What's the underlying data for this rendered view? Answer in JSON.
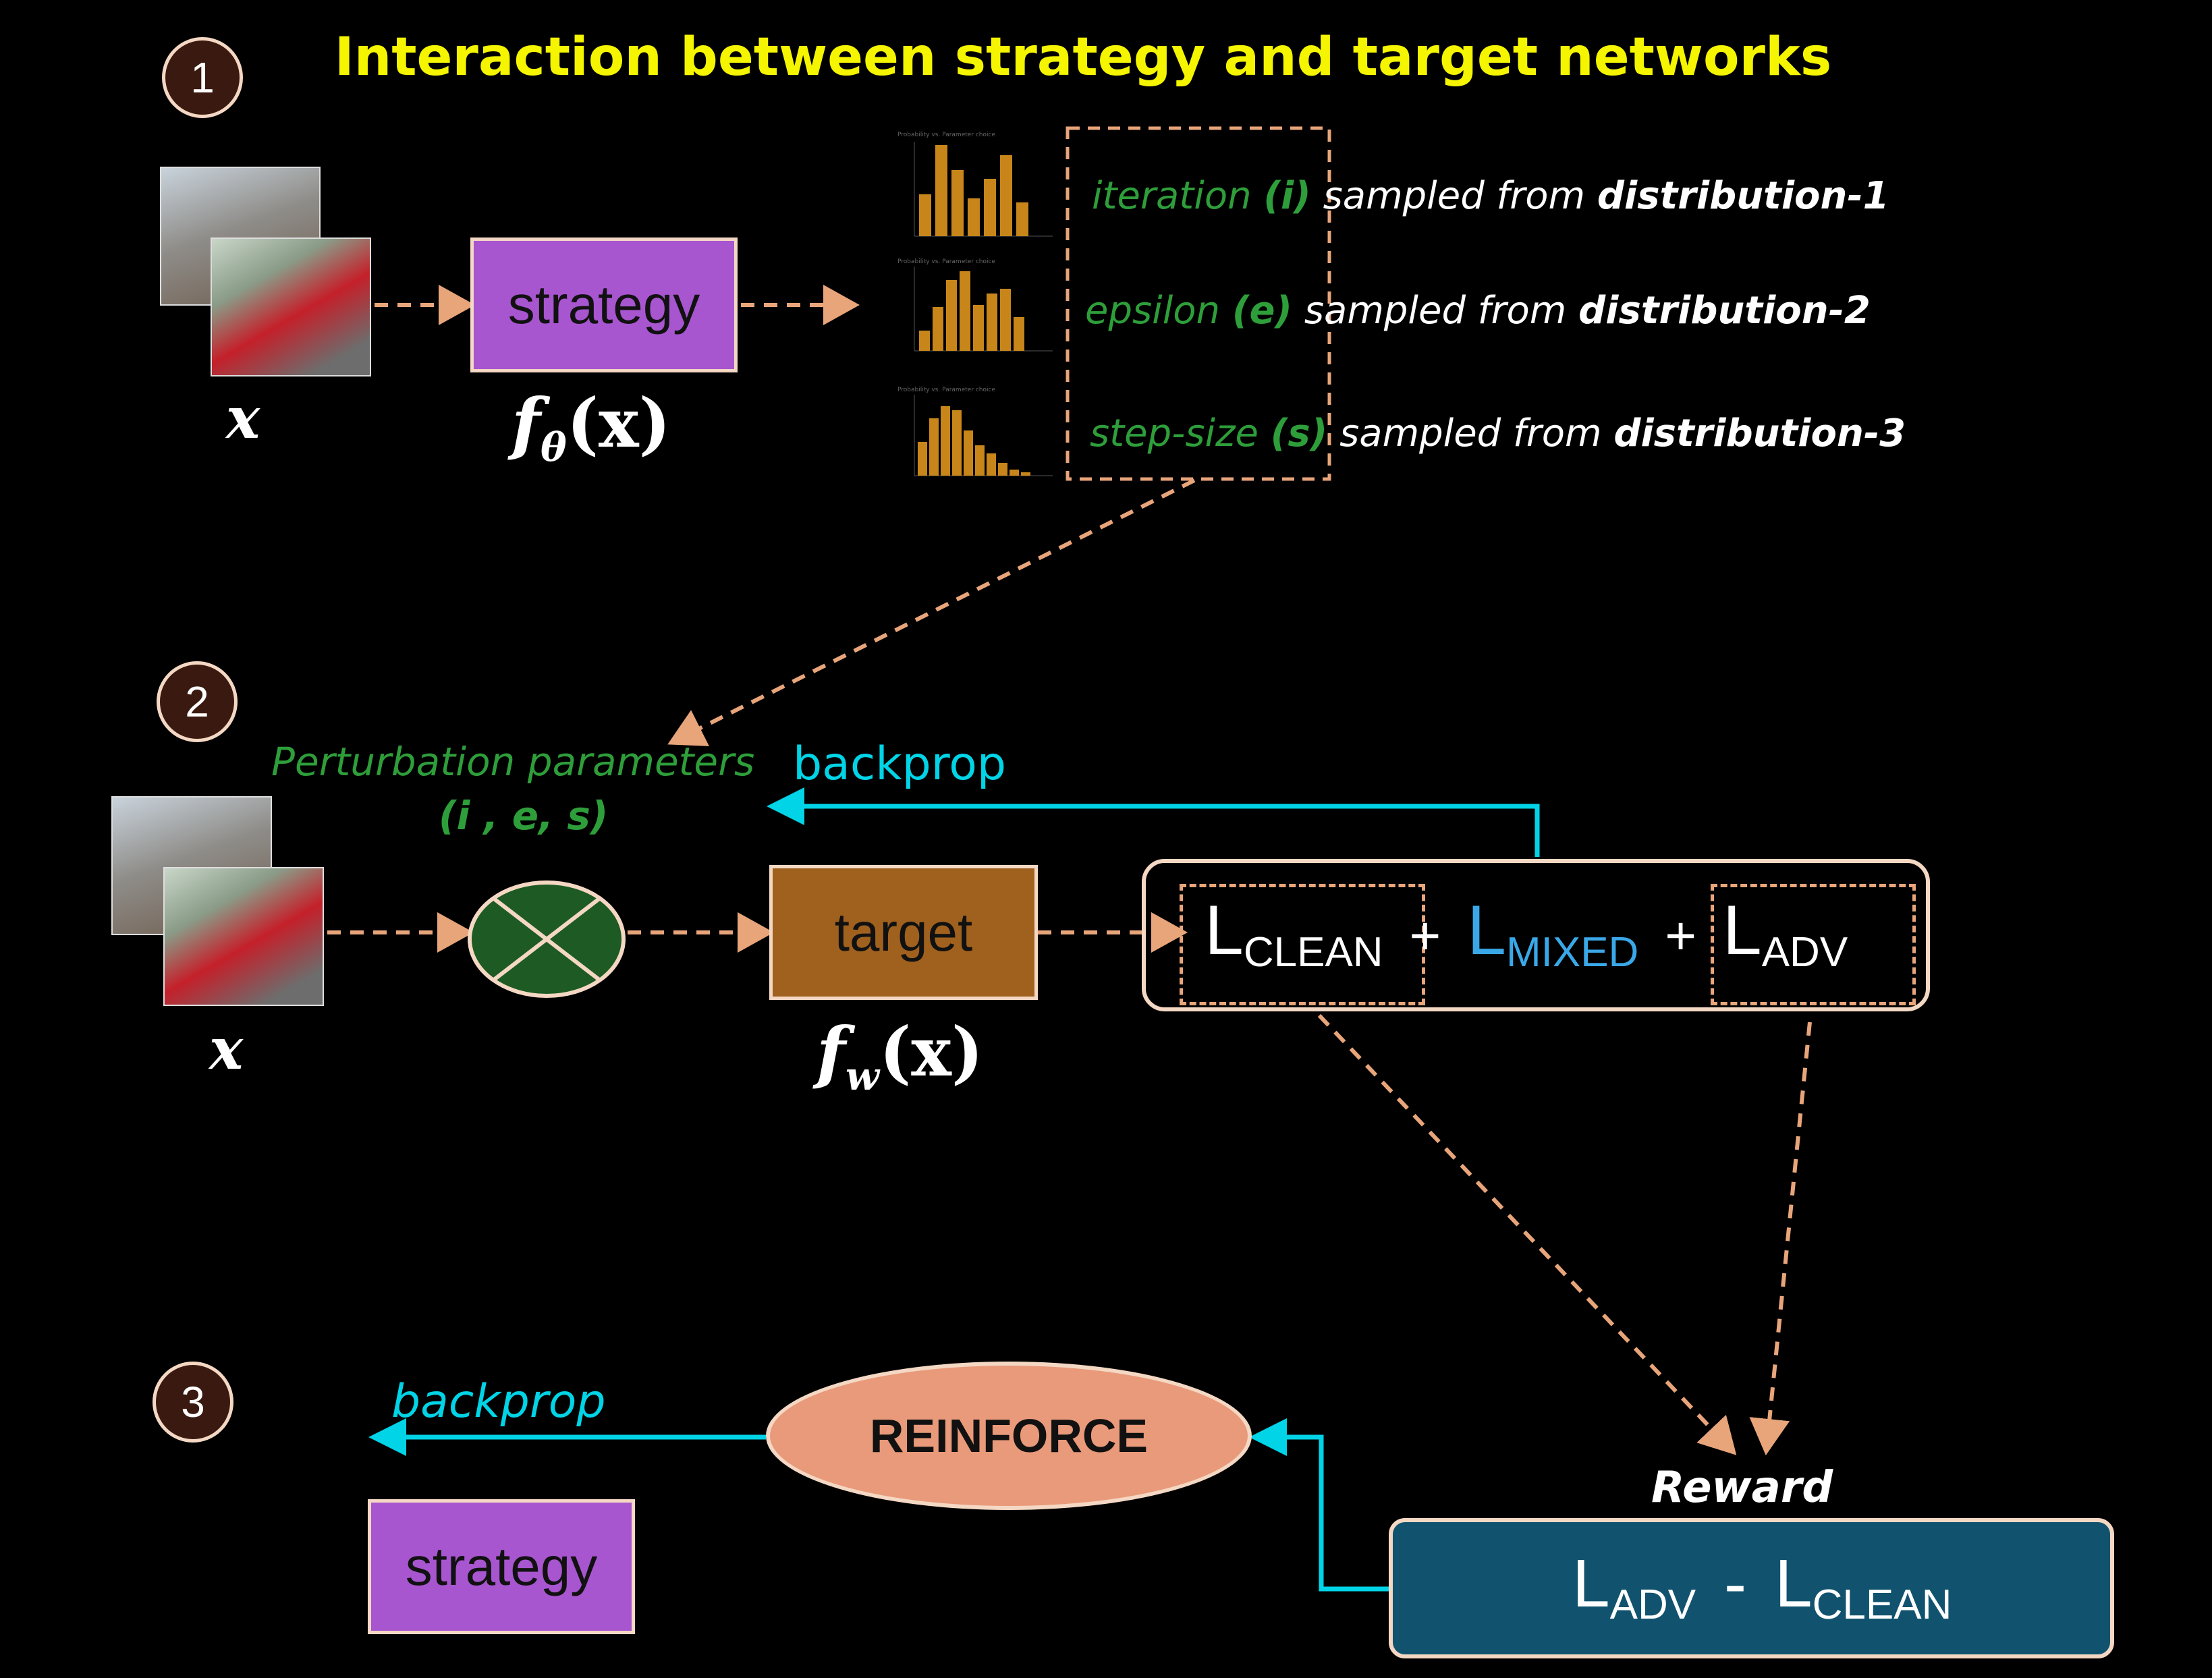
{
  "title": "Interaction between strategy and target networks",
  "steps": {
    "one": "1",
    "two": "2",
    "three": "3"
  },
  "section1": {
    "input_var": "x",
    "strategy_label": "strategy",
    "strategy_fn": "f",
    "strategy_sub": "θ",
    "strategy_arg": "(x)",
    "params": [
      {
        "name": "iteration",
        "sym": "(i)",
        "text": "sampled from",
        "dist": "distribution-1"
      },
      {
        "name": "epsilon",
        "sym": "(e)",
        "text": "sampled from",
        "dist": "distribution-2"
      },
      {
        "name": "step-size",
        "sym": "(s)",
        "text": "sampled from",
        "dist": "distribution-3"
      }
    ],
    "chart_titles": [
      "Probability vs. Parameter choice",
      "Probability vs. Parameter choice",
      "Probability vs. Parameter choice"
    ]
  },
  "section2": {
    "pert_label": "Perturbation parameters",
    "pert_tuple": "(i , e, s)",
    "backprop": "backprop",
    "input_var": "x",
    "target_label": "target",
    "target_fn": "f",
    "target_sub": "w",
    "target_arg": "(x)",
    "loss": {
      "L": "L",
      "clean": "CLEAN",
      "mixed": "MIXED",
      "adv": "ADV",
      "plus": "+"
    }
  },
  "section3": {
    "backprop": "backprop",
    "reinforce": "REINFORCE",
    "strategy_label": "strategy",
    "reward_label": "Reward",
    "reward_expr": {
      "L": "L",
      "adv": "ADV",
      "minus": "-",
      "clean": "CLEAN"
    }
  },
  "colors": {
    "title": "#f5f500",
    "accent_cyan": "#00d4e6",
    "green": "#2e9e3a",
    "strategy": "#a855d0",
    "target": "#a0611e",
    "reward": "#11536e",
    "reinforce": "#e99a7a",
    "dashed": "#e8a57a"
  }
}
